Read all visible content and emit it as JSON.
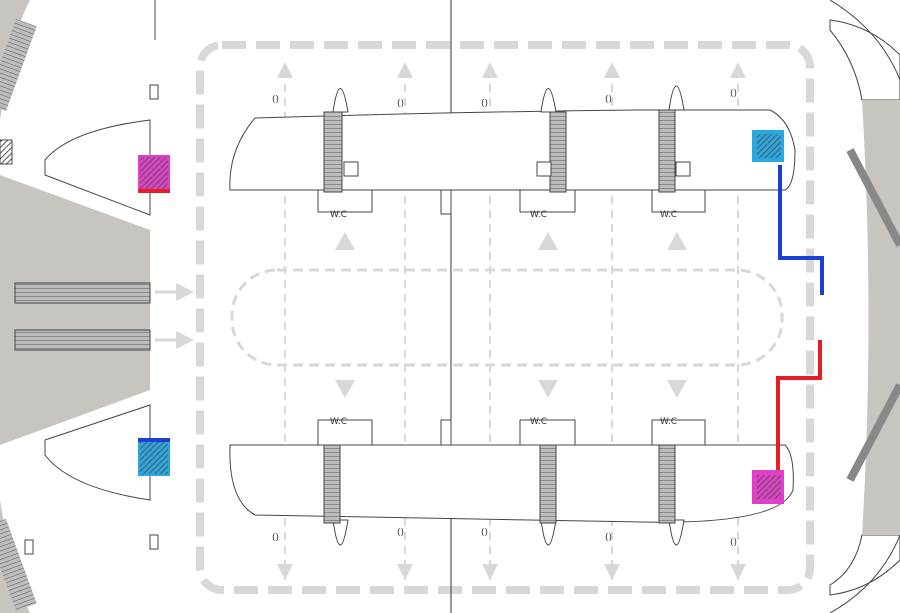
{
  "plan": {
    "kind": "station floor plan",
    "fixed_labels": {
      "wc_bottom_1": "W.C",
      "wc_bottom_2": "W.C",
      "wc_bottom_3": "W.C",
      "wc_top_1": "W.C",
      "wc_top_2": "W.C",
      "wc_top_3": "W.C"
    },
    "seat_symbol": "()",
    "colors": {
      "red_route": "#e81c24",
      "blue_route": "#1a3fd9",
      "magenta_marker": "#e040c8",
      "cyan_marker": "#29a8e0",
      "platform_grey": "#c8c4c0",
      "dash_grey": "#d8d8d8",
      "line_dark": "#333333"
    },
    "icons": {
      "vertical_arrows": "up-down-flow-arrows",
      "escalators": "escalator-icon",
      "lifts": "elevator-icon"
    }
  }
}
